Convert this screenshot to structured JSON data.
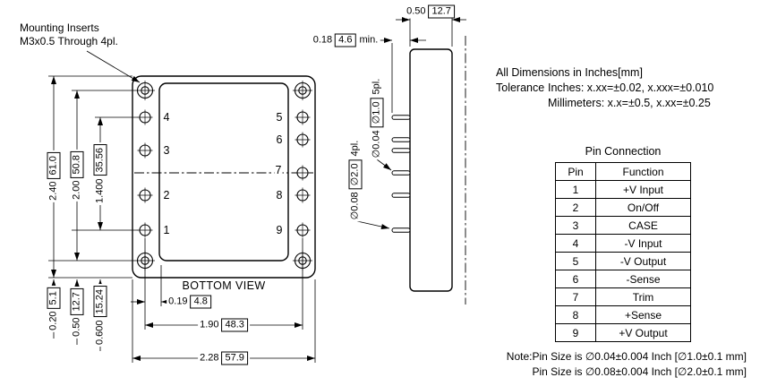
{
  "annotations": {
    "mounting_line1": "Mounting Inserts",
    "mounting_line2": "M3x0.5 Through 4pl.",
    "bottom_view_label": "BOTTOM VIEW"
  },
  "bottom_view": {
    "pins_left": [
      "4",
      "3",
      "2",
      "1"
    ],
    "pins_right": [
      "5",
      "6",
      "7",
      "8",
      "9"
    ],
    "dims": {
      "height_outer": {
        "in": "2.40",
        "mm": "61.0"
      },
      "height_holes": {
        "in": "2.00",
        "mm": "50.8"
      },
      "height_pins": {
        "in": "1.400",
        "mm": "35.56"
      },
      "bottom_hole": {
        "in": "0.20",
        "mm": "5.1"
      },
      "bottom_pin_a": {
        "in": "0.50",
        "mm": "12.7"
      },
      "bottom_pin_b": {
        "in": "0.600",
        "mm": "15.24"
      },
      "pin_inset": {
        "in": "0.19",
        "mm": "4.8"
      },
      "pin_span": {
        "in": "1.90",
        "mm": "48.3"
      },
      "width_outer": {
        "in": "2.28",
        "mm": "57.9"
      }
    }
  },
  "side_view": {
    "dims": {
      "body_width": {
        "in": "0.50",
        "mm": "12.7"
      },
      "pin_length": {
        "in": "0.18",
        "mm": "4.6",
        "suffix": "min."
      },
      "pin_dia_small": {
        "in": "∅0.04",
        "mm": "∅1.0",
        "suffix": "5pl."
      },
      "pin_dia_large": {
        "in": "∅0.08",
        "mm": "∅2.0",
        "suffix": "4pl."
      }
    }
  },
  "tolerance": {
    "line1": "All Dimensions in Inches[mm]",
    "line2_label": "Tolerance",
    "line2_text": "Inches: x.xx=±0.02, x.xxx=±0.010",
    "line3": "Millimeters: x.x=±0.5, x.xx=±0.25"
  },
  "pin_table": {
    "title": "Pin Connection",
    "col_pin": "Pin",
    "col_function": "Function",
    "rows": [
      {
        "pin": "1",
        "function": "+V Input"
      },
      {
        "pin": "2",
        "function": "On/Off"
      },
      {
        "pin": "3",
        "function": "CASE"
      },
      {
        "pin": "4",
        "function": "-V Input"
      },
      {
        "pin": "5",
        "function": "-V Output"
      },
      {
        "pin": "6",
        "function": "-Sense"
      },
      {
        "pin": "7",
        "function": "Trim"
      },
      {
        "pin": "8",
        "function": "+Sense"
      },
      {
        "pin": "9",
        "function": "+V Output"
      }
    ]
  },
  "notes": {
    "line1": "Note:Pin Size is ∅0.04±0.004 Inch [∅1.0±0.1 mm]",
    "line2": "Pin Size is ∅0.08±0.004 Inch [∅2.0±0.1 mm]"
  }
}
